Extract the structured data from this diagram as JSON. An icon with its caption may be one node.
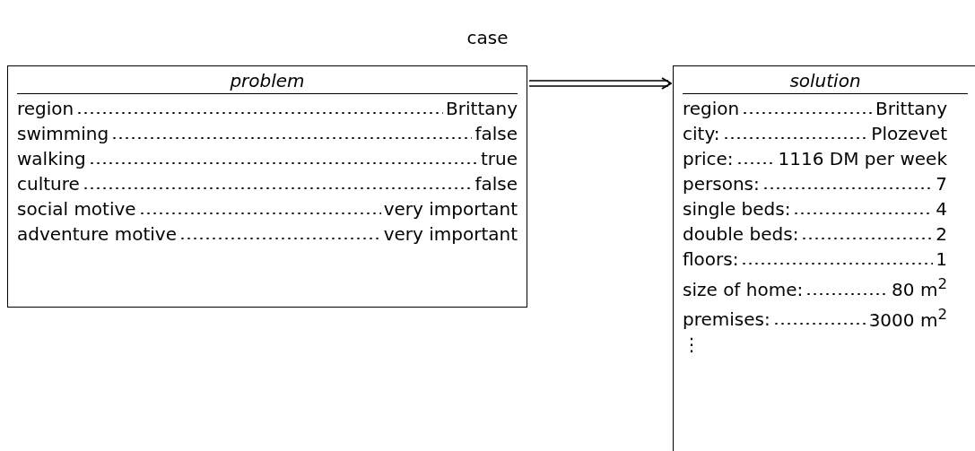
{
  "diagram": {
    "title": "case",
    "nodes": [
      {
        "text": [
          "problem",
          "region",
          "Brittany",
          "swimming",
          "false",
          "walking",
          "true",
          "culture",
          "false",
          "social motive",
          "very important",
          "adventure motive",
          "very important"
        ]
      },
      {
        "text": [
          "solution",
          "region",
          "Brittany",
          "city:",
          "Plozevet",
          "price:",
          "1116 DM per week",
          "persons:",
          "7",
          "single beds:",
          "4",
          "double beds:",
          "2",
          "floors:",
          "1",
          "size of home:",
          "80 m$^{2}$",
          "premises:",
          "3000 m$^{2}$",
          "⋮"
        ]
      }
    ],
    "edges": [
      {
        "from": 0,
        "to": 1,
        "arrow": "to"
      }
    ]
  }
}
